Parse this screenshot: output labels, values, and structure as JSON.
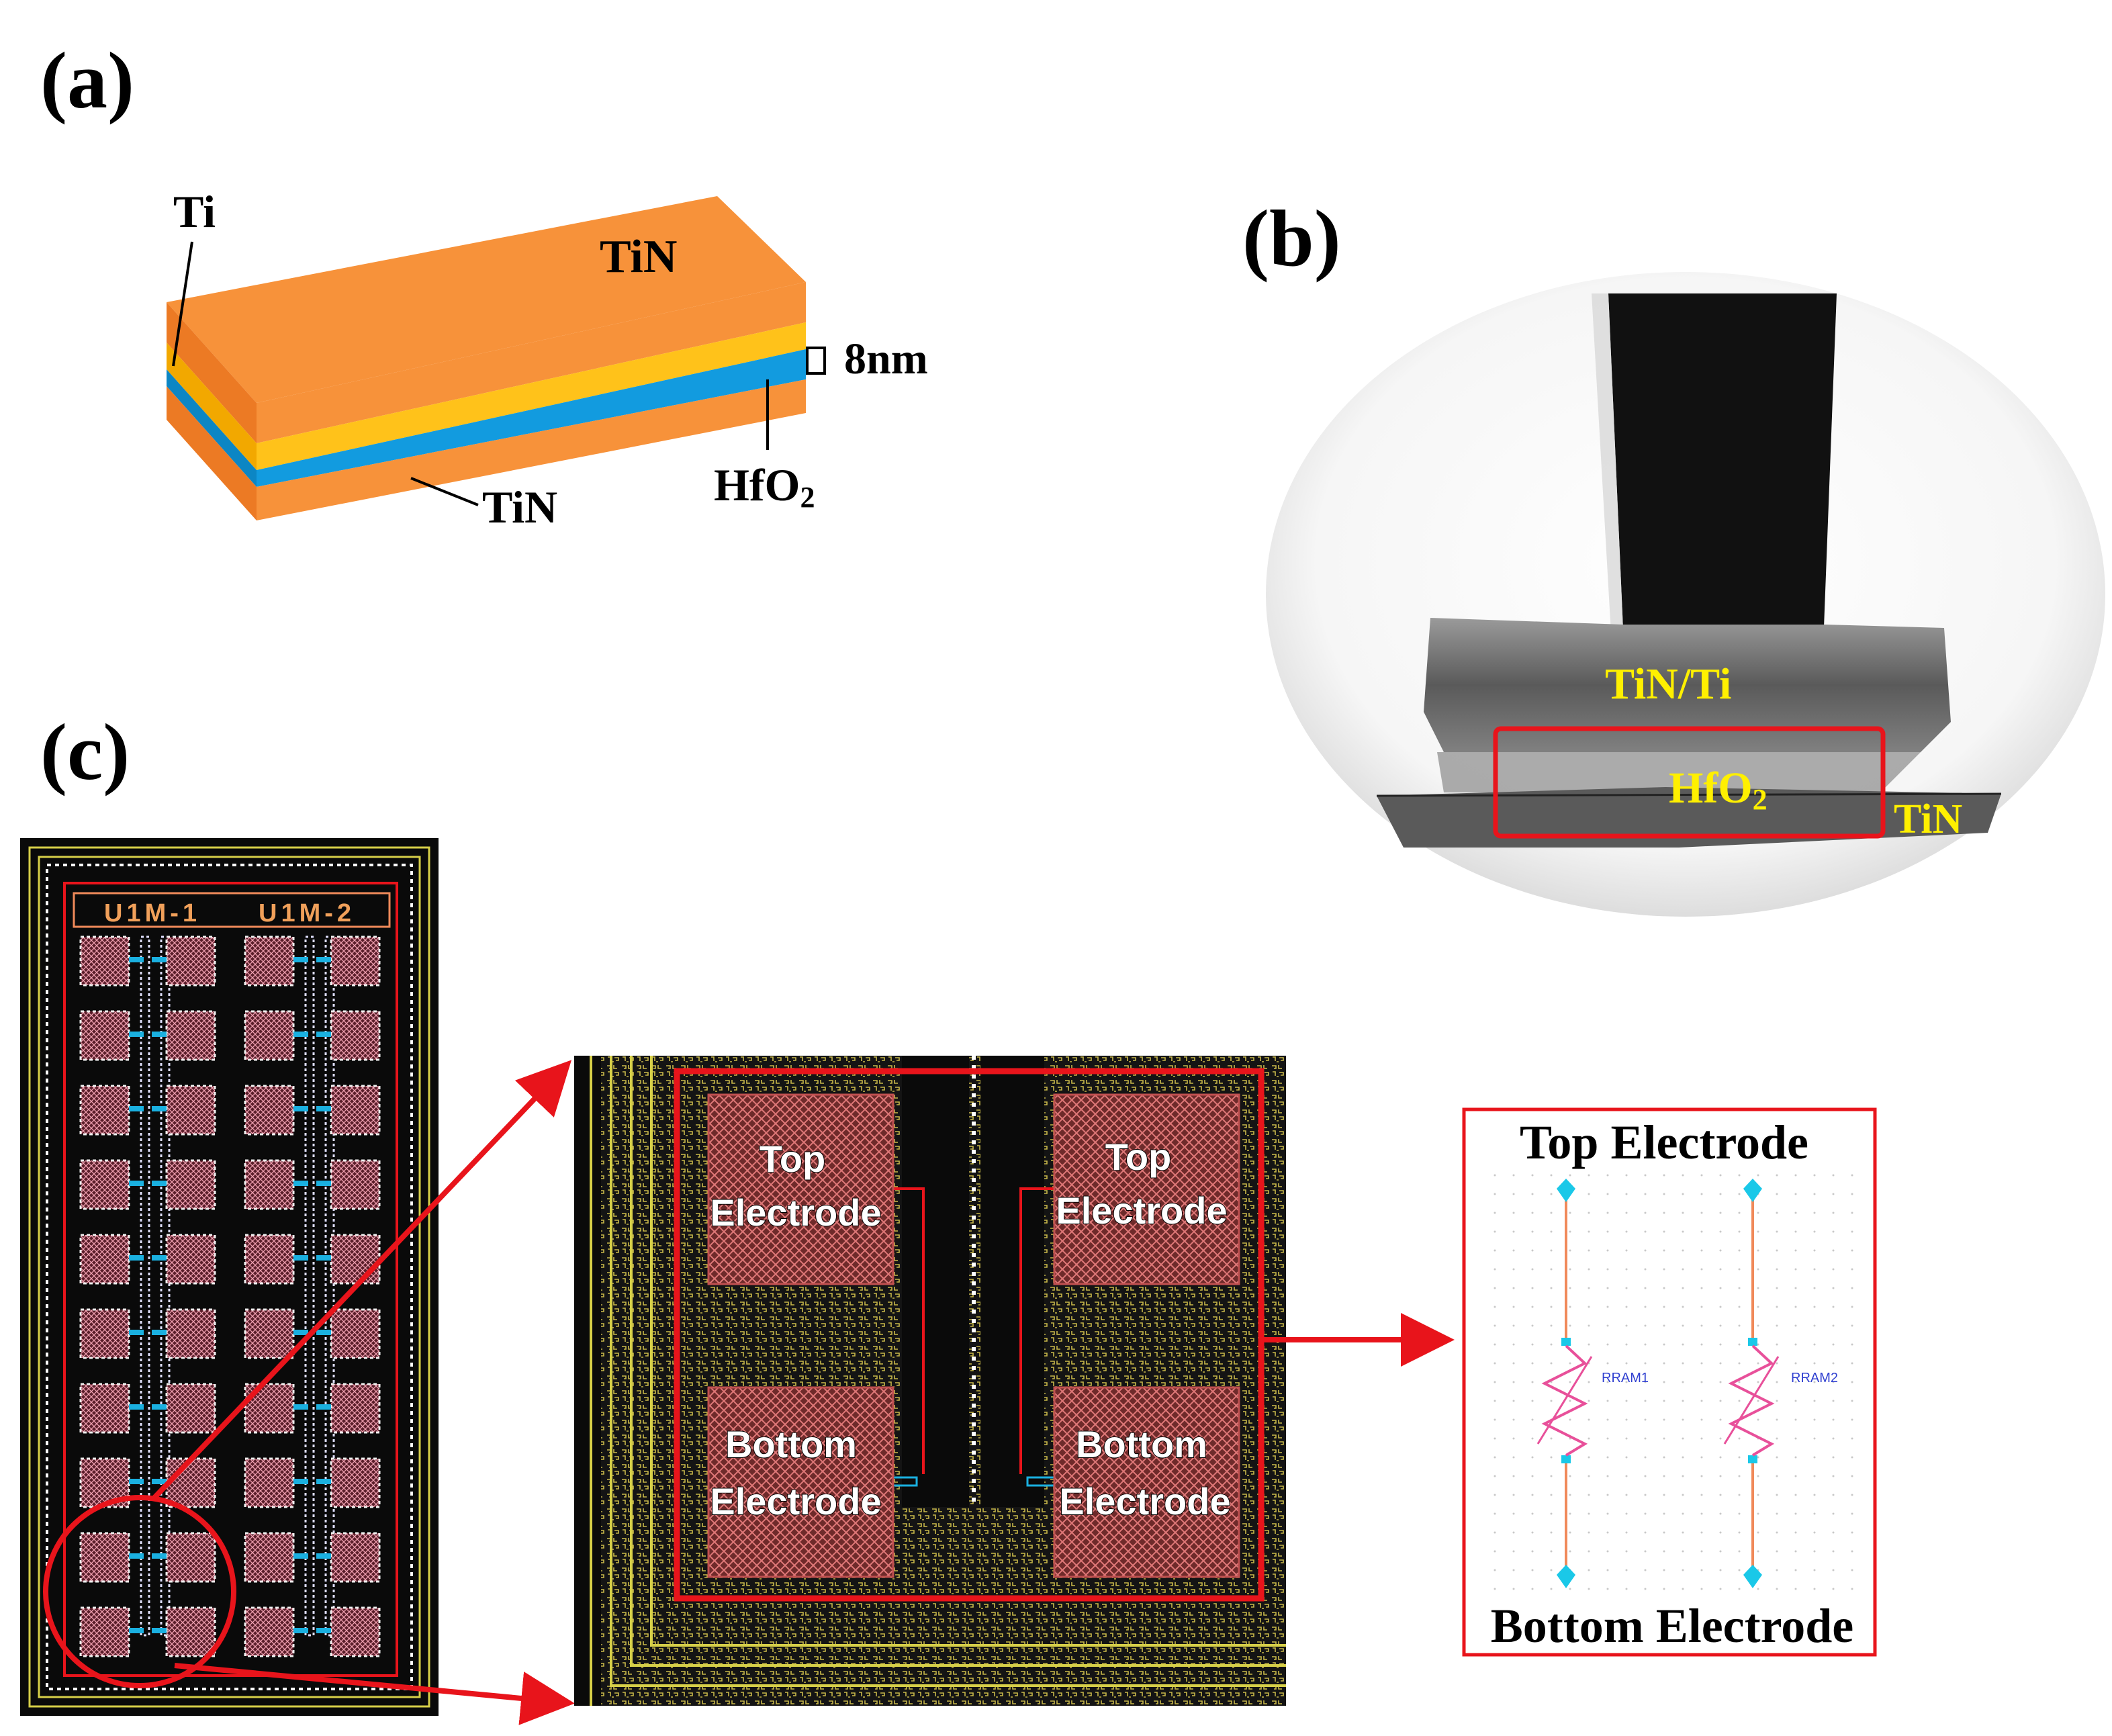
{
  "panels": {
    "a": {
      "letter": "(a)",
      "layers": {
        "ti": "Ti",
        "top_tin": "TiN",
        "hfo2_base": "HfO",
        "hfo2_sub": "2",
        "bottom_tin": "TiN",
        "thickness": "8nm"
      },
      "colors": {
        "tin": "#f7923a",
        "tin_side": "#ec7a24",
        "ti": "#ffc21a",
        "hfo2": "#129bdf"
      }
    },
    "b": {
      "letter": "(b)",
      "labels": {
        "tin_ti": "TiN/Ti",
        "hfo2_base": "HfO",
        "hfo2_sub": "2",
        "tin": "TiN"
      },
      "colors": {
        "label": "#fff000",
        "box": "#e8141b"
      }
    },
    "c": {
      "letter": "(c)",
      "chip_labels": [
        "U1M-1",
        "U1M-2"
      ],
      "pads": {
        "top_left": [
          "Top",
          "Electrode"
        ],
        "top_right": [
          "Top",
          "Electrode"
        ],
        "bottom_left": [
          "Bottom",
          "Electrode"
        ],
        "bottom_right": [
          "Bottom",
          "Electrode"
        ]
      },
      "schematic": {
        "top_label": "Top Electrode",
        "bottom_label": "Bottom Electrode",
        "components": [
          "RRAM1",
          "RRAM2"
        ]
      },
      "colors": {
        "highlight": "#e8141b",
        "pad": "#8b3a3a",
        "via": "#1ab0e0",
        "wire": "#f08a5a",
        "resistor": "#e8509a"
      }
    }
  }
}
